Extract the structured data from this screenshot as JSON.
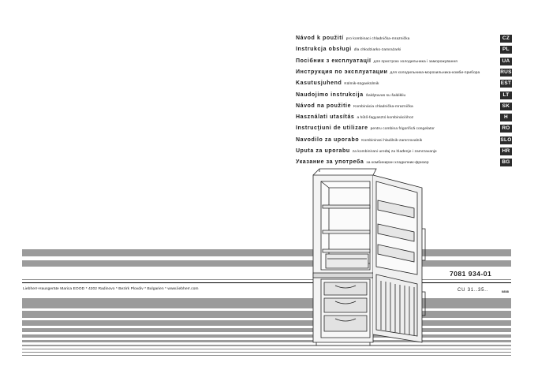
{
  "languages": [
    {
      "title": "Návod k použití",
      "subtitle": "pro kombinaci chladnička-mraznička",
      "code": "CZ"
    },
    {
      "title": "Instrukcja obsługi",
      "subtitle": "dla chłodziarko-zamrażarki",
      "code": "PL"
    },
    {
      "title": "Посібник з експлуатації",
      "subtitle": "для пристрою холодильника і заморожування",
      "code": "UA"
    },
    {
      "title": "Инструкция по эксплуатации",
      "subtitle": "для холодильника-морозильника-комби-прибора",
      "code": "RUS"
    },
    {
      "title": "Kasutusjuhend",
      "subtitle": "Külmik-sügavkülmik",
      "code": "EST"
    },
    {
      "title": "Naudojimo instrukcija",
      "subtitle": "Šaldytuvas su šaldikliu",
      "code": "LT"
    },
    {
      "title": "Návod na použitie",
      "subtitle": "Kombinácia chladnička-mraznička",
      "code": "SK"
    },
    {
      "title": "Használati utasítás",
      "subtitle": "a hűtő-fagyasztó kombinációhoz",
      "code": "H"
    },
    {
      "title": "Instrucţiuni de utilizare",
      "subtitle": "pentru combina frigorifică congelator",
      "code": "RO"
    },
    {
      "title": "Navodilo za uporabo",
      "subtitle": "Kombinirani hladilnik-zamrzovalnik",
      "code": "SLO"
    },
    {
      "title": "Uputa za uporabu",
      "subtitle": "za kombinirani uređaj za hlađenje i zamrzavanje",
      "code": "HR"
    },
    {
      "title": "Указание за употреба",
      "subtitle": "за комбиниран хладилник-фризер",
      "code": "BG"
    }
  ],
  "doc_number": "7081 934-01",
  "model_code": "CU 31..35..",
  "doc_code_small": "0808",
  "publisher_line": "Liebherr-Hausgeräte Marica EOOD * 4202 Radinovo * Bezirk Plovdiv * Bulgarien * www.liebherr.com",
  "colors": {
    "stripe": "#9b9b9b",
    "code_box": "#2b2b2b",
    "text": "#1a1a1a"
  }
}
